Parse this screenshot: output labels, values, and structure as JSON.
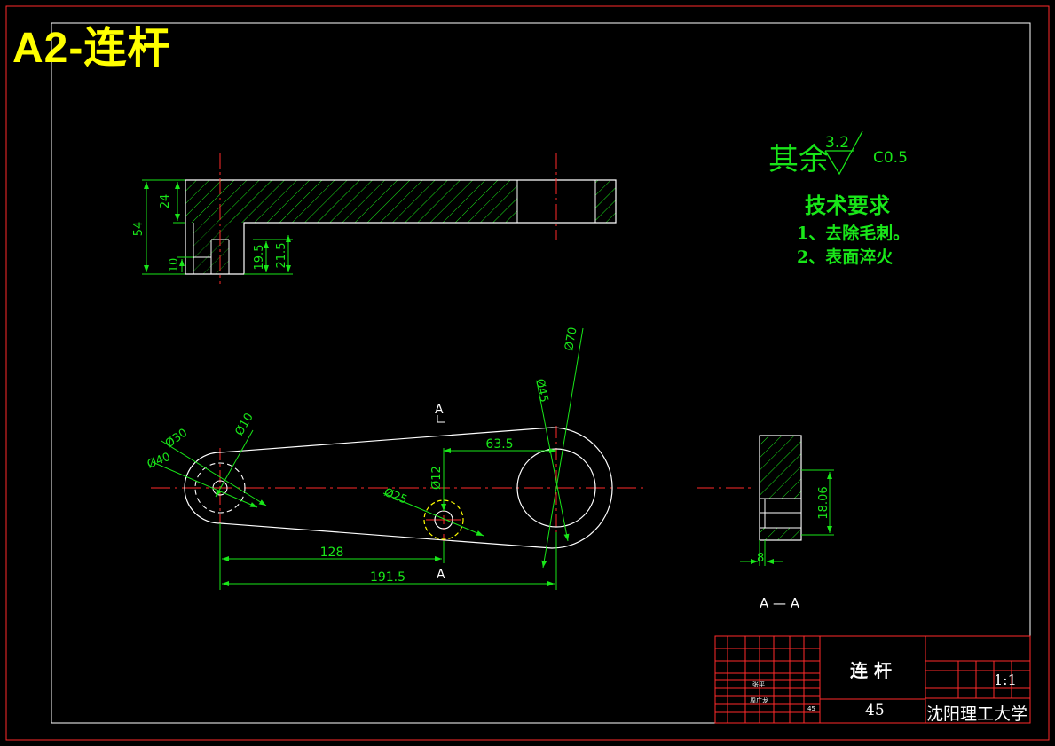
{
  "sheet_title": "A2-连杆",
  "roughness": {
    "rest_label": "其余",
    "value": "3.2",
    "chamfer": "C0.5"
  },
  "tech_requirements": {
    "title": "技术要求",
    "items": [
      "1、去除毛刺。",
      "2、表面淬火"
    ]
  },
  "dimensions": {
    "side_view": {
      "d24": "24",
      "d54": "54",
      "d10": "10",
      "d19_5": "19.5",
      "d21_5": "21.5"
    },
    "plan_view": {
      "d_phi30": "Ø30",
      "d_phi40": "Ø40",
      "d_phi10": "Ø10",
      "d_phi25": "Ø25",
      "d_phi12": "Ø12",
      "d_phi45": "Ø45",
      "d_phi70": "Ø70",
      "d63_5": "63.5",
      "d128": "128",
      "d191_5": "191.5"
    },
    "section_view": {
      "d18_06": "18.06",
      "d8": "8"
    }
  },
  "section_marks": {
    "a_upper": "A",
    "a_lower": "A",
    "section_label": "A — A"
  },
  "title_block": {
    "part_name": "连 杆",
    "material": "45",
    "scale": "1:1",
    "school": "沈阳理工大学",
    "designer": "张平",
    "reviewer": "周广龙",
    "material_code": "45"
  }
}
